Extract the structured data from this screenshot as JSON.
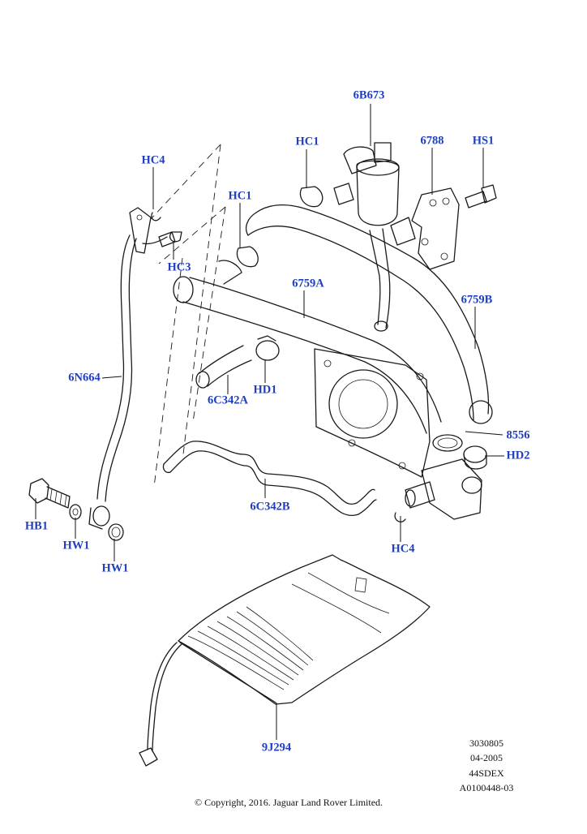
{
  "colors": {
    "label": "#1f3fbf",
    "line": "#1a1a1a",
    "background": "#ffffff"
  },
  "labels": {
    "p_6b673": "6B673",
    "p_hc1_top": "HC1",
    "p_6788": "6788",
    "p_hs1": "HS1",
    "p_hc4_top": "HC4",
    "p_hc1_mid": "HC1",
    "p_hc3": "HC3",
    "p_6759a": "6759A",
    "p_6759b": "6759B",
    "p_6n664": "6N664",
    "p_hd1": "HD1",
    "p_6c342a": "6C342A",
    "p_8556": "8556",
    "p_hd2": "HD2",
    "p_6c342b": "6C342B",
    "p_hb1": "HB1",
    "p_hw1_a": "HW1",
    "p_hw1_b": "HW1",
    "p_hc4_bot": "HC4",
    "p_9j294": "9J294"
  },
  "doc_codes": [
    "3030805",
    "04-2005",
    "44SDEX",
    "A0100448-03"
  ],
  "copyright": "© Copyright, 2016. Jaguar Land Rover Limited."
}
